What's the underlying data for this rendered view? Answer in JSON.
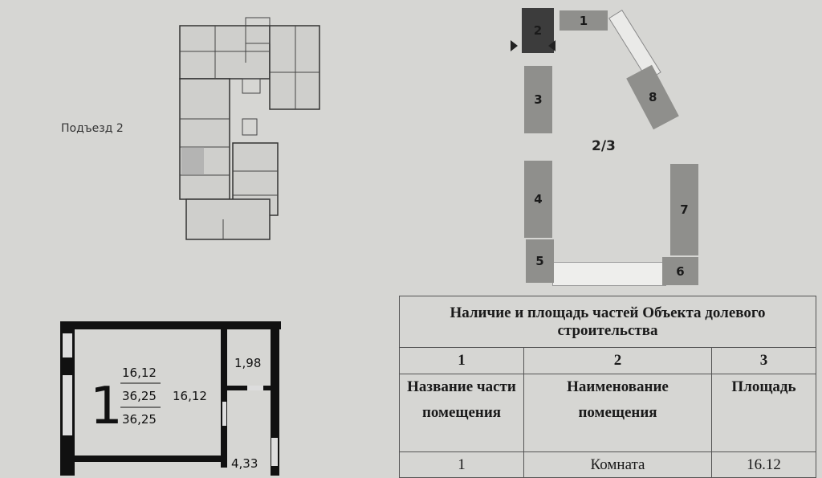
{
  "entrance_label": "Подъезд 2",
  "site_plan": {
    "blocks": [
      "1",
      "2",
      "3",
      "4",
      "5",
      "6",
      "7",
      "8"
    ],
    "highlighted_block": "2",
    "center_label": "2/3",
    "colors": {
      "block": "#8f8f8c",
      "highlight": "#3c3c3c"
    }
  },
  "unit_plan": {
    "number": "1",
    "living_area": "16,12",
    "total_area": "36,25",
    "total_area_2": "36,25",
    "room_area": "16,12",
    "bathroom_area": "1,98",
    "hall_area": "4,33"
  },
  "table": {
    "title": "Наличие и площадь частей Объекта долевого строительства",
    "col_numbers": [
      "1",
      "2",
      "3"
    ],
    "headers": [
      "Название части помещения",
      "Наименование помещения",
      "Площадь"
    ],
    "rows": [
      [
        "1",
        "Комната",
        "16.12"
      ]
    ]
  }
}
